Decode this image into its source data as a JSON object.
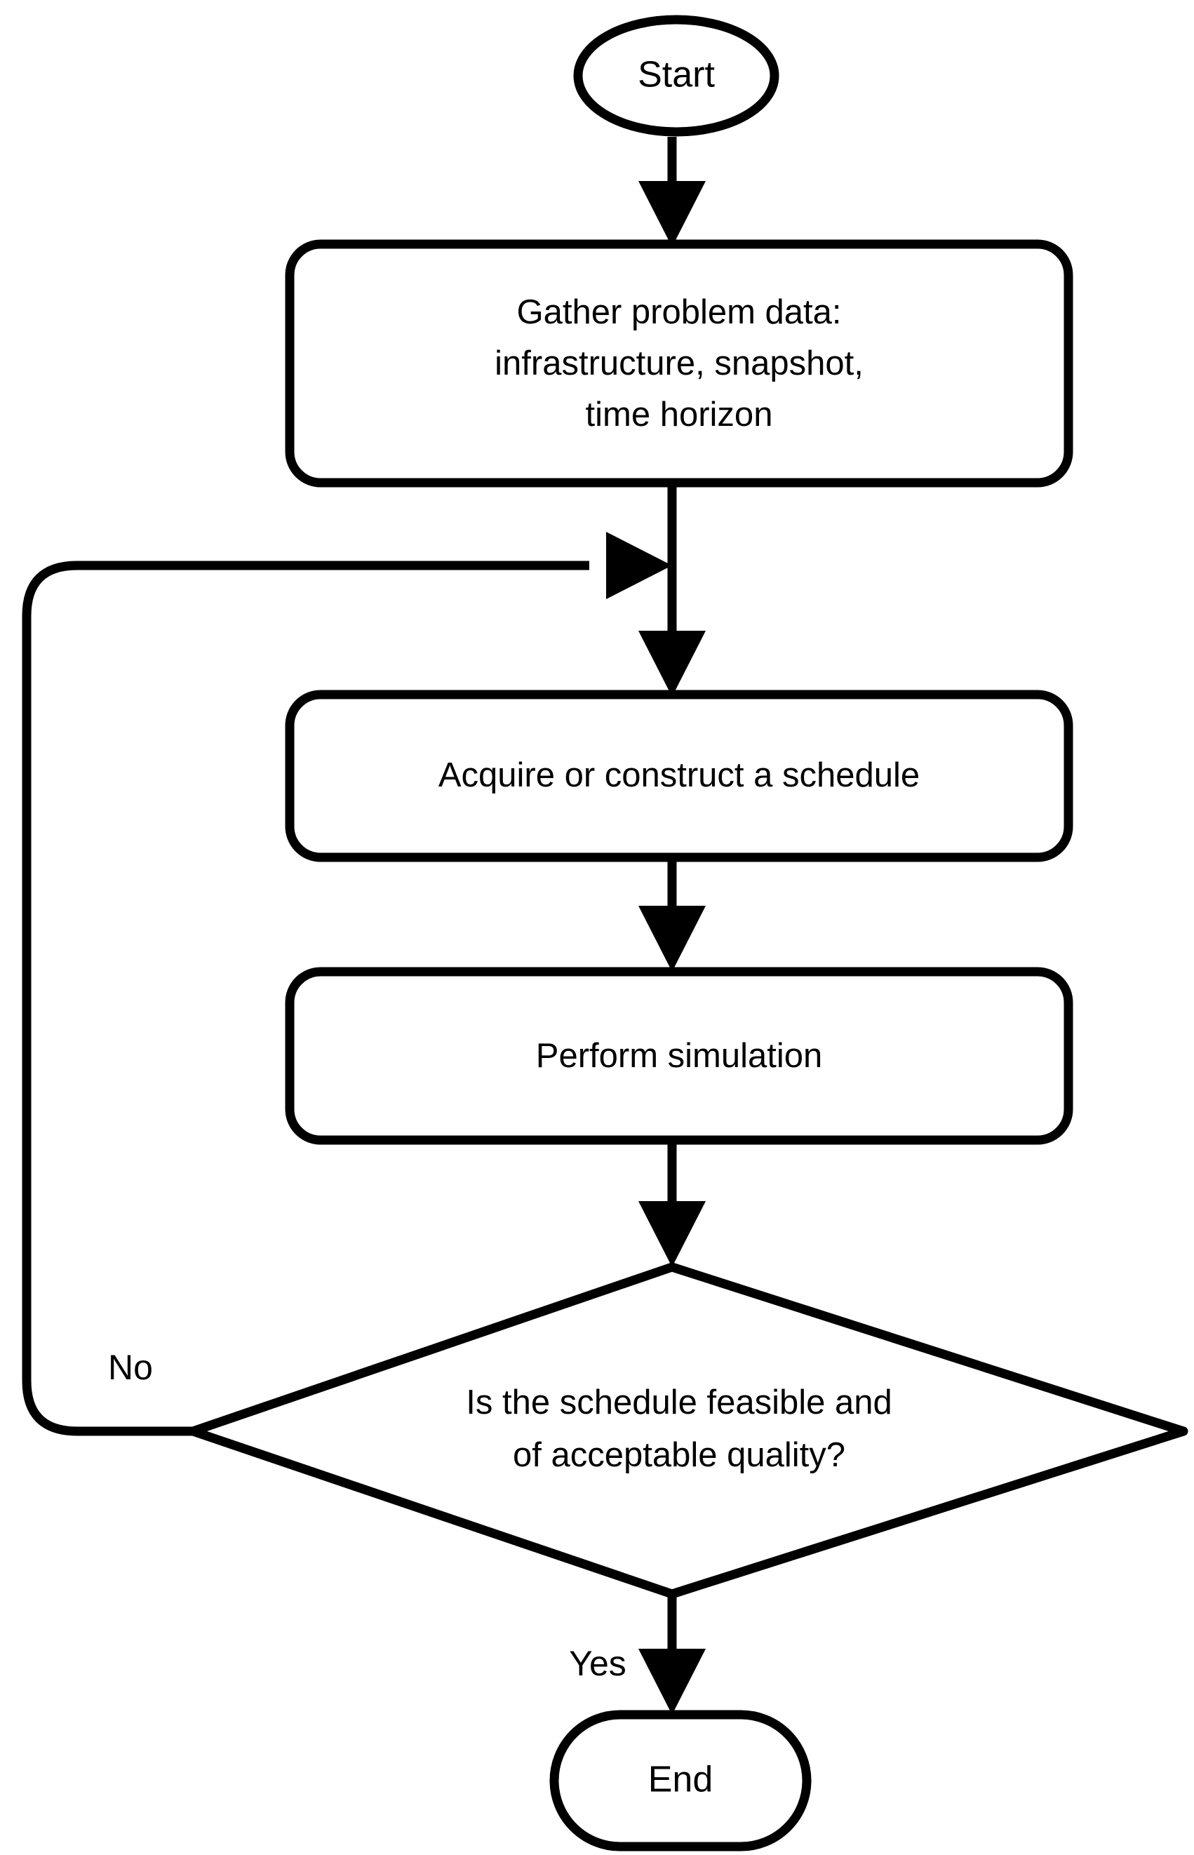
{
  "diagram": {
    "type": "flowchart",
    "orientation": "top-to-bottom",
    "background_color": "#ffffff",
    "line_color": "#000000",
    "nodes": [
      {
        "id": "start",
        "shape": "ellipse",
        "label": "Start"
      },
      {
        "id": "gather",
        "shape": "rounded-rectangle",
        "label_line_1": "Gather problem data:",
        "label_line_2": "infrastructure, snapshot,",
        "label_line_3": "time horizon"
      },
      {
        "id": "acquire",
        "shape": "rounded-rectangle",
        "label": "Acquire or construct a schedule"
      },
      {
        "id": "simulate",
        "shape": "rounded-rectangle",
        "label": "Perform simulation"
      },
      {
        "id": "decision",
        "shape": "diamond",
        "label_line_1": "Is the schedule feasible and",
        "label_line_2": "of acceptable quality?"
      },
      {
        "id": "end",
        "shape": "stadium",
        "label": "End"
      }
    ],
    "edges": [
      {
        "id": "start-to-gather",
        "from": "start",
        "to": "gather",
        "label": ""
      },
      {
        "id": "gather-to-junction",
        "from": "gather",
        "to": "junction",
        "label": ""
      },
      {
        "id": "junction-to-acquire",
        "from": "junction",
        "to": "acquire",
        "label": ""
      },
      {
        "id": "acquire-to-simulate",
        "from": "acquire",
        "to": "simulate",
        "label": ""
      },
      {
        "id": "simulate-to-decision",
        "from": "simulate",
        "to": "decision",
        "label": ""
      },
      {
        "id": "decision-no-loop",
        "from": "decision",
        "to": "junction",
        "label": "No"
      },
      {
        "id": "decision-yes-to-end",
        "from": "decision",
        "to": "end",
        "label": "Yes"
      }
    ]
  }
}
